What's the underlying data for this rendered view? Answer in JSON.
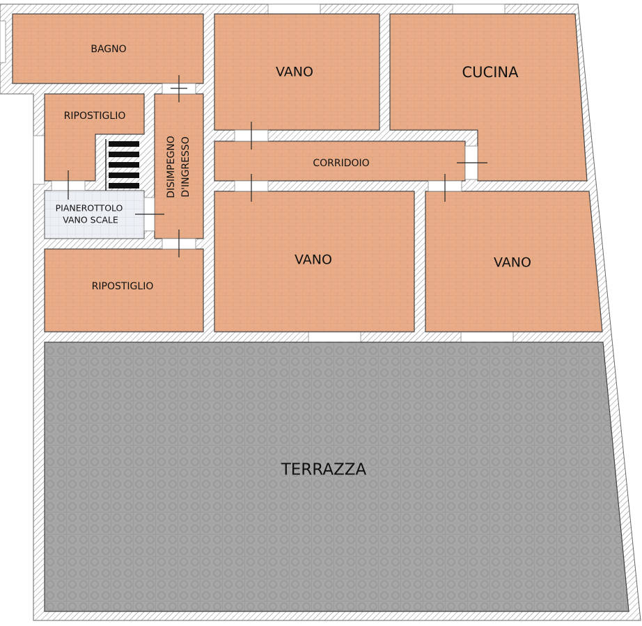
{
  "plan": {
    "colors": {
      "floor": "#e8ad88",
      "terrace": "#a4a4a4",
      "landing": "#eceff3",
      "wall_hatch": "#777777",
      "text": "#111111"
    },
    "rooms": {
      "bagno": "BAGNO",
      "vano_top": "VANO",
      "cucina": "CUCINA",
      "ripostiglio_top": "RIPOSTIGLIO",
      "corridoio": "CORRIDOIO",
      "disimpegno_line1": "DISIMPEGNO",
      "disimpegno_line2": "D'INGRESSO",
      "pianerottolo_line1": "PIANEROTTOLO",
      "pianerottolo_line2": "VANO SCALE",
      "ripostiglio_bottom": "RIPOSTIGLIO",
      "vano_middle": "VANO",
      "vano_right": "VANO",
      "terrazza": "TERRAZZA"
    }
  }
}
